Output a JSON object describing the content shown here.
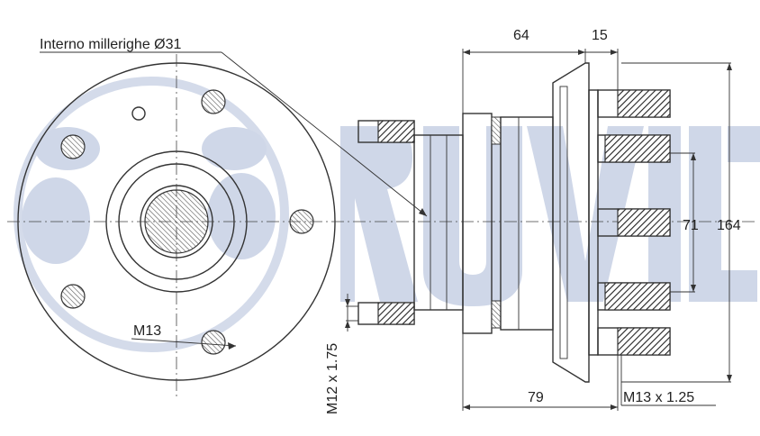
{
  "labels": {
    "spline": "Interno millerighe Ø31",
    "m13": "M13",
    "m12": "M12 x 1.75",
    "m13x125": "M13 x 1.25",
    "dim64": "64",
    "dim15": "15",
    "dim71": "71",
    "dim164": "164",
    "dim79": "79"
  },
  "watermark": {
    "icon": "ruville-logo-icon",
    "color": "#cfd7e8"
  }
}
